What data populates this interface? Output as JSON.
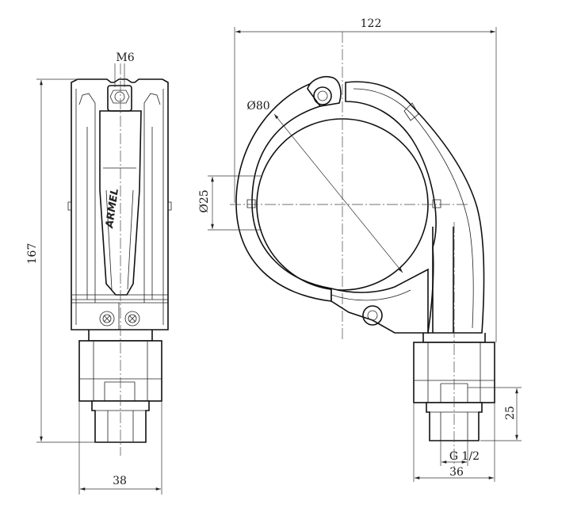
{
  "drawing": {
    "logo": "ARMEL",
    "dimensions": {
      "thread_side": "M6",
      "height_total": "167",
      "width_side": "38",
      "width_total": "122",
      "pipe_diameter": "Ø80",
      "outlet_diameter": "Ø25",
      "thread_height": "25",
      "thread_size": "G 1/2",
      "width_front": "36"
    }
  }
}
